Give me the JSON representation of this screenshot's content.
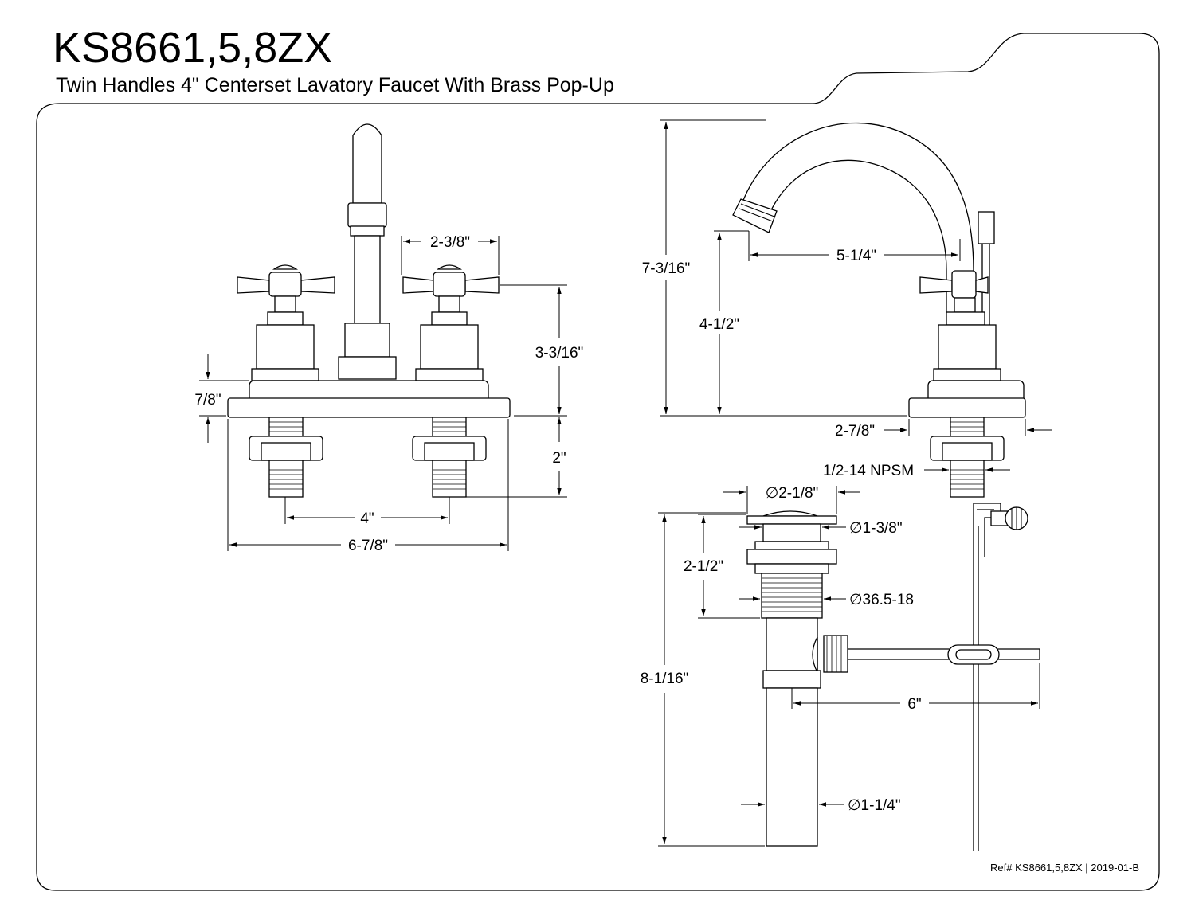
{
  "header": {
    "title": "KS8661,5,8ZX",
    "subtitle": "Twin Handles 4\" Centerset Lavatory Faucet With Brass Pop-Up"
  },
  "front_view": {
    "dim_handle_spacing": "2-3/8\"",
    "dim_handle_height": "3-3/16\"",
    "dim_base_height": "7/8\"",
    "dim_shank_length": "2\"",
    "dim_center": "4\"",
    "dim_overall_width": "6-7/8\""
  },
  "side_view": {
    "dim_total_height": "7-3/16\"",
    "dim_reach": "5-1/4\"",
    "dim_spout_height": "4-1/2\"",
    "dim_base_depth": "2-7/8\"",
    "dim_thread": "1/2-14 NPSM"
  },
  "drain_view": {
    "dim_flange_dia": "∅2-1/8\"",
    "dim_cap_dia": "∅1-3/8\"",
    "dim_body_height": "2-1/2\"",
    "dim_thread_dia": "∅36.5-18",
    "dim_overall_height": "8-1/16\"",
    "dim_rod_length": "6\"",
    "dim_tail_dia": "∅1-1/4\""
  },
  "footer": {
    "ref": "Ref# KS8661,5,8ZX | 2019-01-B"
  }
}
